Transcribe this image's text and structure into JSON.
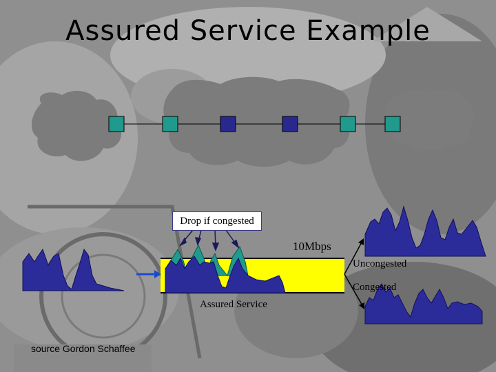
{
  "slide": {
    "title": "Assured Service Example",
    "drop_label": "Drop if congested",
    "link_rate": "10Mbps",
    "uncongested_label": "Uncongested",
    "congested_label": "Congested",
    "service_label": "Assured Service",
    "source": "source Gordon Schaffee"
  },
  "colors": {
    "cloud": "#7c7c7c",
    "edge_router": "#1f9a8c",
    "core_router": "#28288f",
    "traffic": "#2b2b9a",
    "dropped_traffic": "#1f9a8c",
    "pipe": "#ffff00",
    "arrow": "#1a4ad0"
  },
  "network": {
    "routers": [
      "edge",
      "edge",
      "core",
      "core",
      "edge",
      "edge"
    ]
  }
}
